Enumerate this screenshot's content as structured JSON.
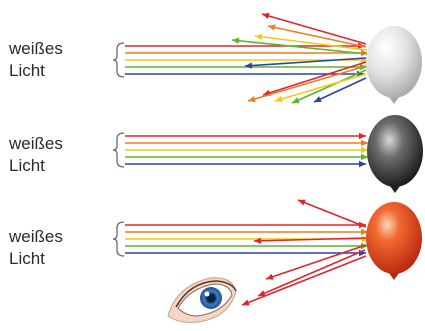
{
  "rows": [
    {
      "label_line1": "weißes",
      "label_line2": "Licht",
      "balloon": "white"
    },
    {
      "label_line1": "weißes",
      "label_line2": "Licht",
      "balloon": "black"
    },
    {
      "label_line1": "weißes",
      "label_line2": "Licht",
      "balloon": "red"
    }
  ],
  "ray_colors": [
    "#e3242b",
    "#f07c1f",
    "#f2c914",
    "#58b630",
    "#2a43a8"
  ],
  "balloon_colors": {
    "white": "#dcdcdc",
    "black": "#3a3a3a",
    "red": "#e8421f"
  },
  "brace_color": "#6a6a6a",
  "eye_icon": "eye-icon"
}
